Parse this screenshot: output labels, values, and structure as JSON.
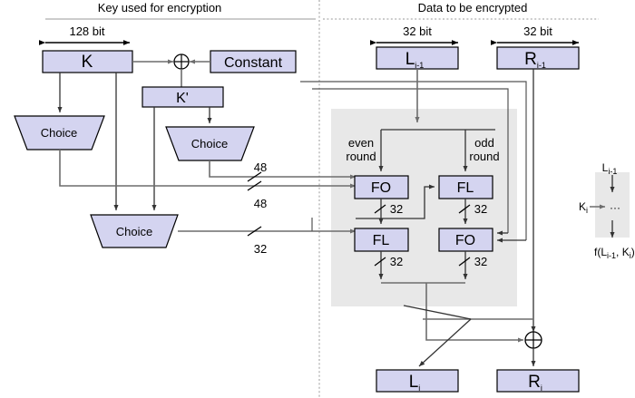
{
  "diagram": {
    "title_left": "Key used for encryption",
    "title_right": "Data to be encrypted",
    "colors": {
      "block_fill": "#d4d4f0",
      "block_stroke": "#000000",
      "gray_zone": "#e8e8e8",
      "wire": "#6d6d6d",
      "background": "#ffffff"
    }
  },
  "key_side": {
    "dimension_label": "128 bit",
    "key_block": "K",
    "constant_block": "Constant",
    "kprime_block": "K'",
    "xor_symbol": "⊕",
    "choice_left": "Choice",
    "choice_mid": "Choice",
    "choice_bottom": "Choice",
    "wire_labels": {
      "fo_even": "48",
      "fo_odd": "48",
      "fl_width": "32"
    }
  },
  "data_side": {
    "dim_left": "32 bit",
    "dim_right": "32 bit",
    "input_left": "L",
    "input_left_sub": "i-1",
    "input_right": "R",
    "input_right_sub": "i-1",
    "even_round_line1": "even",
    "even_round_line2": "round",
    "odd_round_line1": "odd",
    "odd_round_line2": "round",
    "blocks": {
      "even_top": "FO",
      "even_bottom": "FL",
      "odd_top": "FL",
      "odd_bottom": "FO"
    },
    "bus_labels": {
      "even_top_out": "32",
      "odd_top_out": "32",
      "even_bottom_out": "32",
      "odd_bottom_out": "32"
    },
    "xor_symbol": "⊕",
    "output_left": "L",
    "output_left_sub": "i",
    "output_right": "R",
    "output_right_sub": "i"
  },
  "legend": {
    "input_label": "L",
    "input_sub": "i-1",
    "key_label": "K",
    "key_sub": "i",
    "body_glyph": "···",
    "output_prefix": "f(L",
    "output_sub1": "i-1",
    "output_mid": ", K",
    "output_sub2": "i",
    "output_suffix": ")"
  }
}
